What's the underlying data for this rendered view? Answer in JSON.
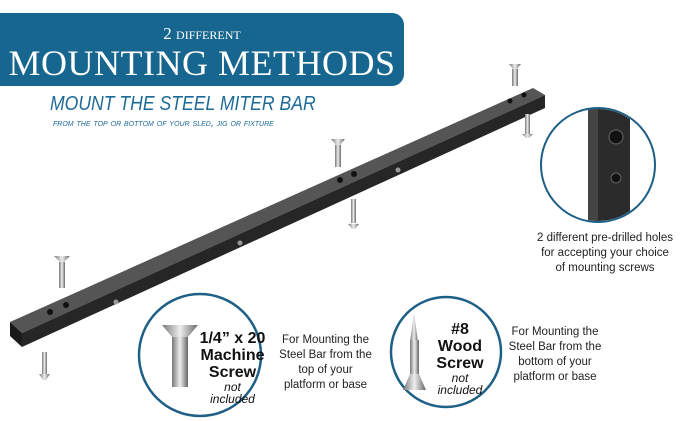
{
  "banner": {
    "small": "2 different",
    "big": "MOUNTING METHODS"
  },
  "subtitle": {
    "line1": "MOUNT THE STEEL MITER BAR",
    "line2": "from the top or bottom of your sled, jig or fixture"
  },
  "detail_note": "2 different pre-drilled holes for accepting your choice of mounting screws",
  "machine_screw": {
    "size": "1/4” x 20",
    "type1": "Machine",
    "type2": "Screw",
    "note1": "not",
    "note2": "included",
    "description": "For Mounting the Steel Bar from the top of your platform or base"
  },
  "wood_screw": {
    "size": "#8",
    "type1": "Wood",
    "type2": "Screw",
    "note1": "not",
    "note2": "included",
    "description": "For Mounting the Steel Bar from the bottom of your platform or base"
  },
  "colors": {
    "brand_blue": "#17668f",
    "circle_border": "#1d5f86",
    "bar": "#2a2a2a"
  }
}
